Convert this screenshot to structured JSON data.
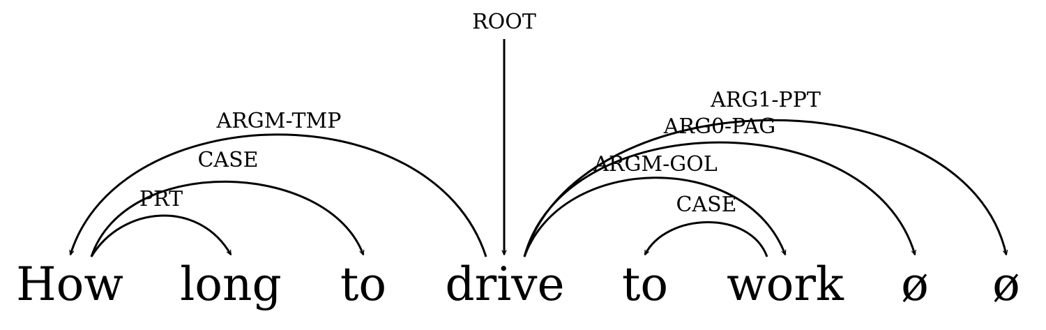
{
  "tokens": [
    "How",
    "long",
    "to",
    "drive",
    "to",
    "work",
    "ø",
    "ø"
  ],
  "root_label": "ROOT",
  "arcs": [
    {
      "label": "PRT",
      "head": 0,
      "dep": 1
    },
    {
      "label": "CASE",
      "head": 0,
      "dep": 2
    },
    {
      "label": "ARGM-TMP",
      "head": 3,
      "dep": 0
    },
    {
      "label": "ARGM-GOL",
      "head": 3,
      "dep": 5
    },
    {
      "label": "ARG0-PAG",
      "head": 3,
      "dep": 6
    },
    {
      "label": "ARG1-PPT",
      "head": 3,
      "dep": 7
    },
    {
      "label": "CASE",
      "head": 5,
      "dep": 4
    }
  ],
  "root_token": 3,
  "colors": {
    "ink": "#000000",
    "background": "#ffffff"
  }
}
